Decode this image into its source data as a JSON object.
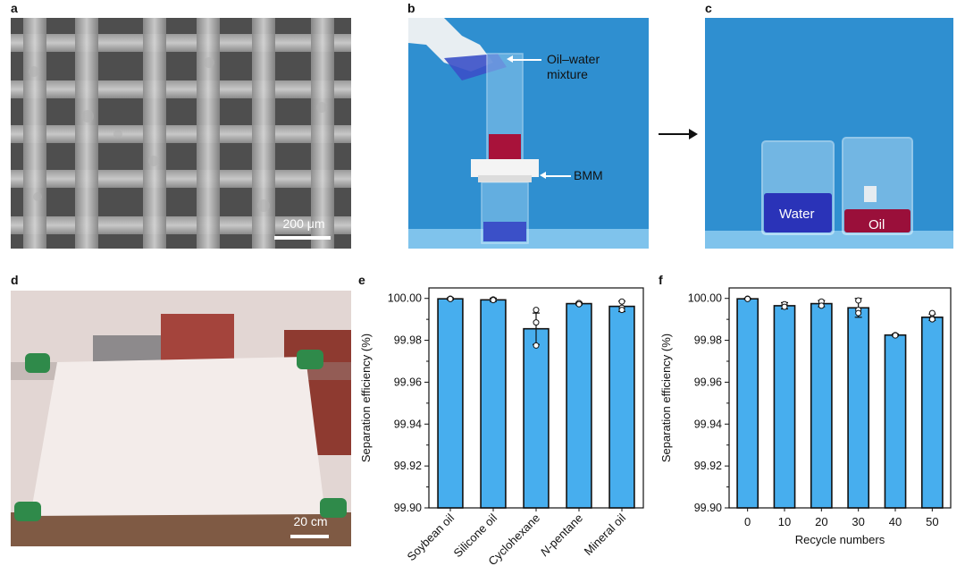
{
  "panel_labels": {
    "a": "a",
    "b": "b",
    "c": "c",
    "d": "d",
    "e": "e",
    "f": "f"
  },
  "panel_a": {
    "scale_bar": "200 μm"
  },
  "panel_b": {
    "label_top": "Oil–water",
    "label_top2": "mixture",
    "label_mid": "BMM"
  },
  "panel_c": {
    "water": "Water",
    "oil": "Oil"
  },
  "panel_d": {
    "scale_bar": "20 cm"
  },
  "colors": {
    "bar_fill": "#47aeee",
    "bar_stroke": "#111111",
    "backdrop_blue": "#2f8fd0"
  },
  "chart_data": [
    {
      "type": "bar",
      "panel": "e",
      "ylabel": "Separation efficiency (%)",
      "xlabel": "",
      "ylim": [
        99.9,
        100.005
      ],
      "yticks": [
        "99.90",
        "99.92",
        "99.94",
        "99.96",
        "99.98",
        "100.00"
      ],
      "categories": [
        "Soybean oil",
        "Silicone oil",
        "Cyclohexane",
        "N-pentane",
        "Mineral oil"
      ],
      "values": [
        99.9998,
        99.9993,
        99.9855,
        99.9975,
        99.9962
      ],
      "error": [
        0.0005,
        0.0008,
        0.0075,
        0.0006,
        0.0025
      ],
      "points": [
        [
          99.9999,
          99.9997
        ],
        [
          99.9995,
          99.9992
        ],
        [
          99.9945,
          99.9885,
          99.9775
        ],
        [
          99.9978,
          99.9972
        ],
        [
          99.9985,
          99.9955,
          99.9945
        ]
      ]
    },
    {
      "type": "bar",
      "panel": "f",
      "ylabel": "Separation efficiency (%)",
      "xlabel": "Recycle numbers",
      "ylim": [
        99.9,
        100.005
      ],
      "yticks": [
        "99.90",
        "99.92",
        "99.94",
        "99.96",
        "99.98",
        "100.00"
      ],
      "categories": [
        "0",
        "10",
        "20",
        "30",
        "40",
        "50"
      ],
      "values": [
        99.9998,
        99.9965,
        99.9975,
        99.9955,
        99.9825,
        99.991
      ],
      "error": [
        0.0003,
        0.0015,
        0.0015,
        0.0045,
        0.0005,
        0.0015
      ],
      "points": [
        [
          99.9999,
          99.9997
        ],
        [
          99.9972,
          99.996
        ],
        [
          99.9985,
          99.9965
        ],
        [
          99.999,
          99.9945,
          99.993
        ],
        [
          99.9825,
          99.9823
        ],
        [
          99.993,
          99.9905,
          99.99
        ]
      ]
    }
  ]
}
